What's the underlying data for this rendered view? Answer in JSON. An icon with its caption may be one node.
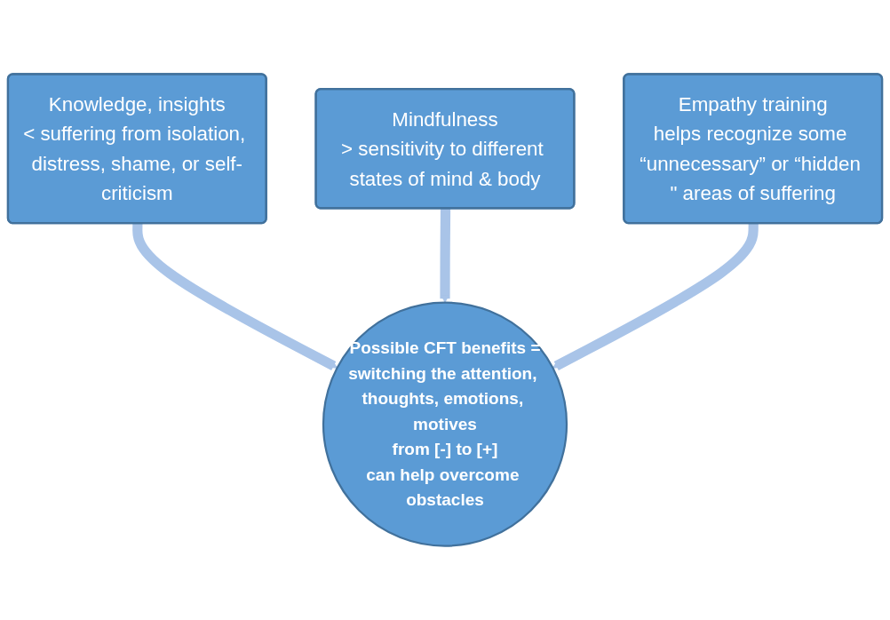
{
  "diagram": {
    "nodes": [
      {
        "text": [
          "Knowledge, insights",
          "< suffering from isolation, distress, shame, or self-criticism"
        ]
      },
      {
        "text": [
          "Mindfulness",
          "> sensitivity to different states of mind & body"
        ]
      },
      {
        "text": [
          "Empathy training",
          "helps recognize some “unnecessary” or “hidden \" areas of suffering"
        ]
      },
      {
        "text": [
          "Possible CFT benefits =",
          "switching the attention, thoughts, emotions, motives",
          "from [-] to [+]",
          "can help overcome obstacles"
        ]
      }
    ],
    "edges": [
      {
        "from": 0,
        "to": 3,
        "arrow": "to"
      },
      {
        "from": 1,
        "to": 3,
        "arrow": "to"
      },
      {
        "from": 2,
        "to": 3,
        "arrow": "to"
      }
    ]
  }
}
